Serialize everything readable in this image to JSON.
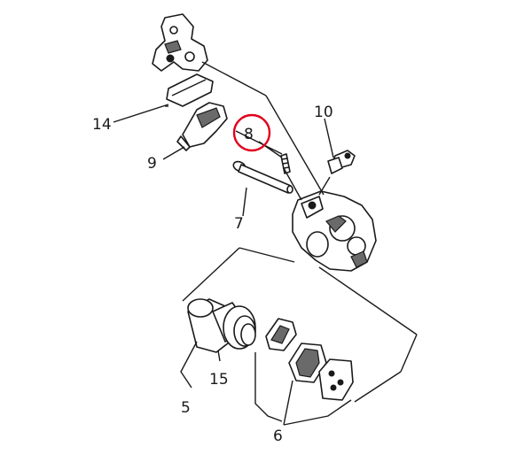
{
  "callouts": {
    "c14": "14",
    "c9": "9",
    "c8": "8",
    "c10": "10",
    "c7": "7",
    "c15": "15",
    "c5": "5",
    "c6": "6"
  },
  "highlight": {
    "target": "8",
    "color": "#e0001b"
  }
}
